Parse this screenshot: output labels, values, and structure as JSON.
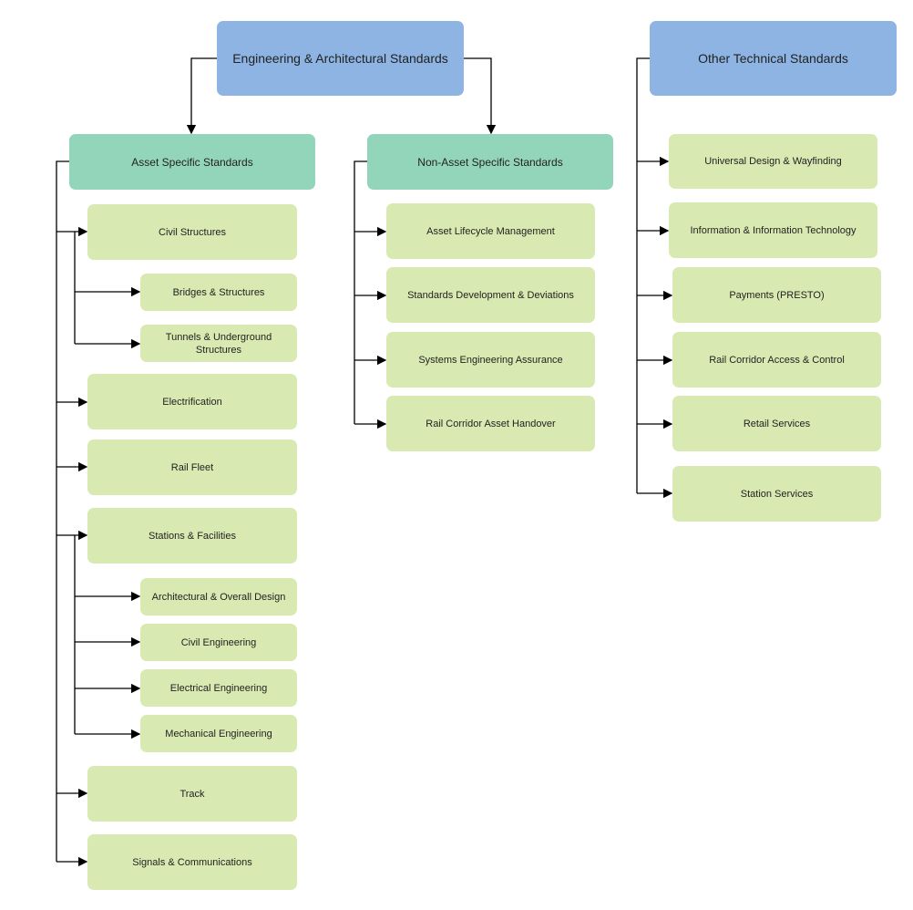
{
  "colors": {
    "top": "#8db4e2",
    "category": "#93d5bb",
    "leaf": "#d8eab1",
    "connector": "#000000"
  },
  "engineering": {
    "title": "Engineering & Architectural Standards",
    "asset_specific": {
      "title": "Asset Specific Standards",
      "civil_structures": "Civil Structures",
      "bridges": "Bridges & Structures",
      "tunnels": "Tunnels & Underground Structures",
      "electrification": "Electrification",
      "rail_fleet": "Rail Fleet",
      "stations": "Stations & Facilities",
      "architectural": "Architectural & Overall Design",
      "civil_engineering": "Civil Engineering",
      "electrical_engineering": "Electrical Engineering",
      "mechanical_engineering": "Mechanical Engineering",
      "track": "Track",
      "signals": "Signals & Communications"
    },
    "non_asset": {
      "title": "Non-Asset Specific Standards",
      "items": [
        "Asset Lifecycle Management",
        "Standards Development & Deviations",
        "Systems Engineering Assurance",
        "Rail Corridor Asset Handover"
      ]
    }
  },
  "other": {
    "title": "Other Technical Standards",
    "items": [
      "Universal Design & Wayfinding",
      "Information & Information Technology",
      "Payments (PRESTO)",
      "Rail Corridor Access & Control",
      "Retail Services",
      "Station Services"
    ]
  }
}
